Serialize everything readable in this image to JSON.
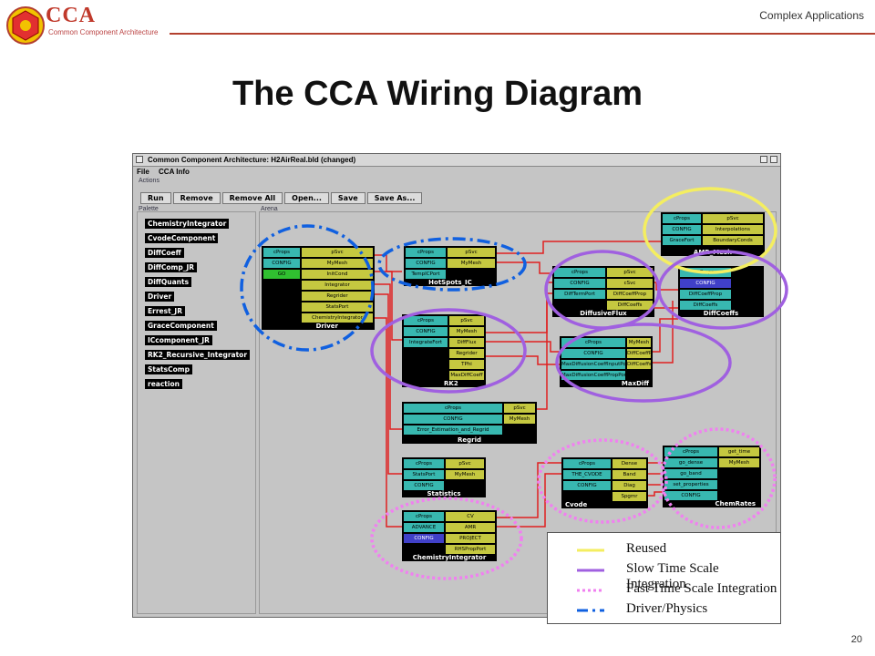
{
  "header": {
    "brand_name": "CCA",
    "brand_subtitle": "Common Component Architecture",
    "section_label": "Complex Applications",
    "title": "The CCA Wiring Diagram",
    "page_number": "20"
  },
  "colors": {
    "header_line": "#b3402f",
    "uses_port": "#38b8b0",
    "provides_port": "#c5c840",
    "wire": "#e02020",
    "reused": "#f4ee60",
    "slow": "#a060e0",
    "fast": "#f080f0",
    "driver": "#1060e0"
  },
  "window": {
    "title": "Common Component Architecture: H2AirReal.bld (changed)",
    "menu": [
      "File",
      "CCA Info"
    ],
    "actions_label": "Actions",
    "buttons": [
      "Run",
      "Remove",
      "Remove All",
      "Open...",
      "Save",
      "Save As..."
    ],
    "palette_label": "Palette",
    "arena_label": "Arena",
    "palette": [
      "ChemistryIntegrator",
      "CvodeComponent",
      "DiffCoeff",
      "DiffComp_JR",
      "DiffQuants",
      "Driver",
      "Errest_JR",
      "GraceComponent",
      "ICcomponent_JR",
      "RK2_Recursive_Integrator",
      "StatsComp",
      "reaction"
    ]
  },
  "components": [
    {
      "name": "Driver",
      "uses": [
        "cProps",
        "CONFIG",
        "GO"
      ],
      "provides": [
        "pSvc",
        "MyMesh",
        "InitCond",
        "Integrator",
        "Regrider",
        "StatsPort",
        "ChemistryIntegrator"
      ]
    },
    {
      "name": "HotSpots_IC",
      "uses": [
        "cProps",
        "CONFIG",
        "TempICPort"
      ],
      "provides": [
        "pSvc",
        "MyMesh"
      ]
    },
    {
      "name": "AMR_Mesh",
      "uses": [
        "cProps",
        "CONFIG",
        "GraceFort"
      ],
      "provides": [
        "pSvc",
        "Interpolations",
        "BoundaryConds"
      ]
    },
    {
      "name": "DiffusiveFlux",
      "uses": [
        "cProps",
        "CONFIG",
        "DiffTermPort"
      ],
      "provides": [
        "pSvc",
        "cSvc",
        "DiffCoeffProp",
        "DiffCoeffs"
      ]
    },
    {
      "name": "DiffCoeffs",
      "uses": [
        "cProps",
        "CONFIG",
        "DiffCoeffProp",
        "DiffCoeffs"
      ],
      "provides": []
    },
    {
      "name": "RK2",
      "uses": [
        "cProps",
        "CONFIG",
        "IntegrateFort"
      ],
      "provides": [
        "pSvc",
        "MyMesh",
        "DiffFlux",
        "Regrider",
        "TPhi",
        "MaxDiffCoeff"
      ]
    },
    {
      "name": "MaxDiff",
      "uses": [
        "cProps",
        "CONFIG",
        "MaxDiffusionCoeffInputPort",
        "MaxDiffusionCoeffPropPort"
      ],
      "provides": [
        "MyMesh",
        "DiffCoeffProp",
        "DiffCoeffs"
      ]
    },
    {
      "name": "Regrid",
      "uses": [
        "cProps",
        "CONFIG",
        "Error_Estimation_and_Regrid"
      ],
      "provides": [
        "pSvc",
        "MyMesh"
      ]
    },
    {
      "name": "Statistics",
      "uses": [
        "cProps",
        "StatsPort",
        "CONFIG"
      ],
      "provides": [
        "pSvc",
        "MyMesh"
      ]
    },
    {
      "name": "Cvode",
      "uses": [
        "cProps",
        "THE_CVODE",
        "CONFIG"
      ],
      "provides": [
        "Dense",
        "Band",
        "Diag",
        "Spgmr"
      ]
    },
    {
      "name": "ChemRates",
      "uses": [
        "cProps",
        "go_dense",
        "go_band",
        "set_properties",
        "CONFIG"
      ],
      "provides": [
        "get_time",
        "MyMesh"
      ]
    },
    {
      "name": "ChemistryIntegrator",
      "uses": [
        "cProps",
        "ADVANCE",
        "CONFIG"
      ],
      "provides": [
        "CV",
        "AMR",
        "PROJECT",
        "RHSPropPort"
      ]
    }
  ],
  "legend": [
    {
      "label": "Reused",
      "style": "solid",
      "color": "#f4ee60"
    },
    {
      "label": "Slow Time Scale Integration",
      "style": "solid",
      "color": "#a060e0"
    },
    {
      "label": "Fast Time Scale Integration",
      "style": "dotted",
      "color": "#f080f0"
    },
    {
      "label": "Driver/Physics",
      "style": "dashdot",
      "color": "#1060e0"
    }
  ]
}
